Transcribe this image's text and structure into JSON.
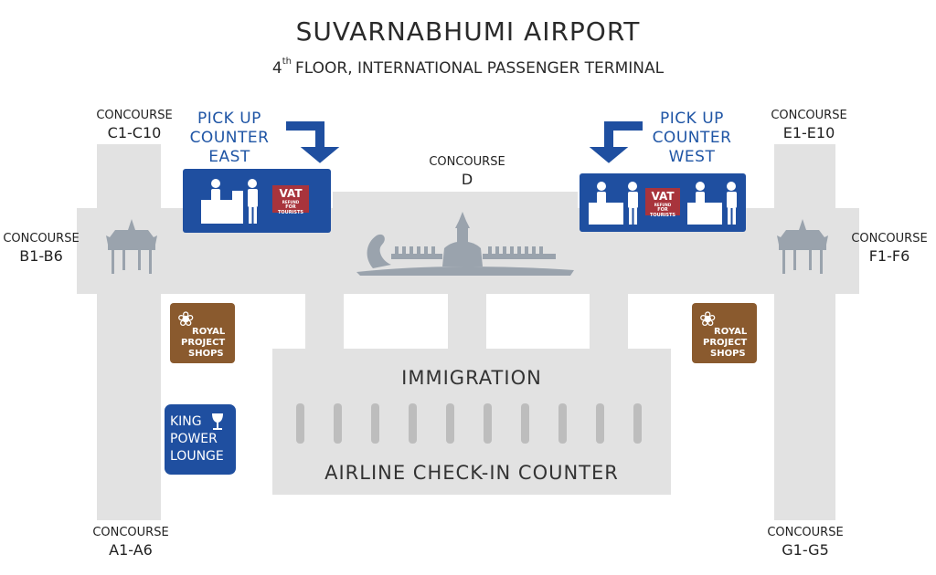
{
  "header": {
    "title": "SUVARNABHUMI AIRPORT",
    "floor_number": "4",
    "floor_suffix": "th",
    "floor_rest": "FLOOR, INTERNATIONAL PASSENGER TERMINAL"
  },
  "concourses": {
    "c": {
      "word": "CONCOURSE",
      "code": "C1-C10"
    },
    "d": {
      "word": "CONCOURSE",
      "code": "D"
    },
    "e": {
      "word": "CONCOURSE",
      "code": "E1-E10"
    },
    "b": {
      "word": "CONCOURSE",
      "code": "B1-B6"
    },
    "f": {
      "word": "CONCOURSE",
      "code": "F1-F6"
    },
    "a": {
      "word": "CONCOURSE",
      "code": "A1-A6"
    },
    "g": {
      "word": "CONCOURSE",
      "code": "G1-G5"
    }
  },
  "pickup_east": {
    "line1": "PICK UP",
    "line2": "COUNTER",
    "line3": "EAST"
  },
  "pickup_west": {
    "line1": "PICK UP",
    "line2": "COUNTER",
    "line3": "WEST"
  },
  "vat_badge": {
    "line1": "VAT",
    "line2": "REFUND",
    "line3": "FOR TOURISTS"
  },
  "royal_shops": {
    "line1": "ROYAL",
    "line2": "PROJECT",
    "line3": "SHOPS"
  },
  "king_power": {
    "line1": "KING",
    "line2": "POWER",
    "line3": "LOUNGE"
  },
  "center": {
    "immigration": "IMMIGRATION",
    "checkin": "AIRLINE CHECK-IN COUNTER"
  },
  "icons": {
    "pickup_arrow": "arrow-down-icon",
    "counter": "counter-people-icon",
    "pavilion": "thai-pavilion-icon",
    "boat": "royal-barge-icon",
    "pillar": "pillar-icon",
    "glass": "wine-glass-icon"
  },
  "colors": {
    "primary_blue": "#1f4fa0",
    "pickup_text_blue": "#1f55a5",
    "vat_red": "#a8343c",
    "royal_brown": "#8a5a2e",
    "floor_gray": "#e2e2e2",
    "icon_gray": "#9aa3ad"
  }
}
